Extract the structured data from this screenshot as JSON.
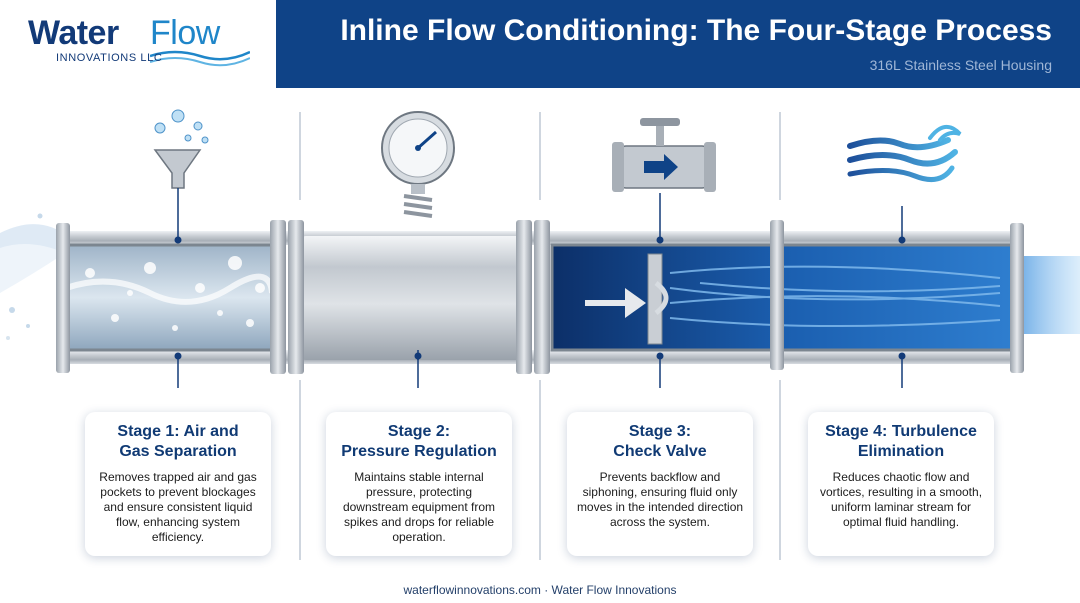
{
  "header": {
    "logo_water": "Water",
    "logo_flow": "Flow",
    "logo_sub": "INNOVATIONS LLC",
    "title": "Inline Flow Conditioning: The Four-Stage Process",
    "subtitle": "316L Stainless Steel Housing"
  },
  "stages": [
    {
      "title_line1": "Stage 1: Air and",
      "title_line2": "Gas Separation",
      "body": "Removes trapped air and gas pockets to prevent blockages and ensure consistent liquid flow, enhancing system efficiency.",
      "icon": "funnel-bubbles-icon"
    },
    {
      "title_line1": "Stage 2:",
      "title_line2": "Pressure Regulation",
      "body": "Maintains stable internal pressure, protecting downstream equipment from spikes and drops for reliable operation.",
      "icon": "pressure-gauge-icon"
    },
    {
      "title_line1": "Stage 3:",
      "title_line2": "Check Valve",
      "body": "Prevents backflow and siphoning, ensuring fluid only moves in the intended direction across the system.",
      "icon": "check-valve-icon"
    },
    {
      "title_line1": "Stage 4: Turbulence",
      "title_line2": "Elimination",
      "body": "Reduces chaotic flow and vortices, resulting in a smooth, uniform laminar stream for optimal fluid handling.",
      "icon": "laminar-waves-icon"
    }
  ],
  "footer": "waterflowinnovations.com · Water Flow Innovations",
  "colors": {
    "navy": "#0f4387",
    "brand_light": "#1f86c9",
    "steel": "#b9c0c8"
  }
}
